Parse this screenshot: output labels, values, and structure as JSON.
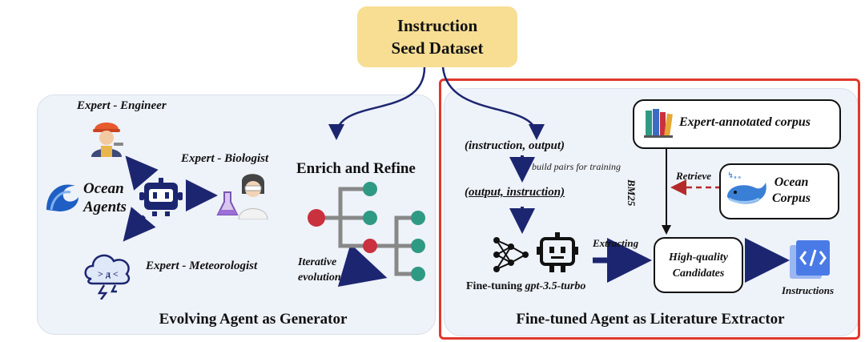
{
  "seed": {
    "line1": "Instruction",
    "line2": "Seed Dataset"
  },
  "left": {
    "caption": "Evolving Agent as Generator",
    "ocean_agents_line1": "Ocean",
    "ocean_agents_line2": "Agents",
    "expert_engineer": "Expert - Engineer",
    "expert_biologist": "Expert - Biologist",
    "expert_meteorologist": "Expert - Meteorologist",
    "enrich_refine": "Enrich and Refine",
    "iterative_line1": "Iterative",
    "iterative_line2": "evolution"
  },
  "right": {
    "caption": "Fine-tuned Agent as Literature Extractor",
    "pair1": "(instruction, output)",
    "build_pairs": "build pairs for training",
    "pair2": "(output, instruction)",
    "finetuning_prefix": "Fine-tuning ",
    "finetuning_model": "gpt-3.5-turbo",
    "extracting": "Extracting",
    "expert_corpus": "Expert-annotated corpus",
    "bm25": "BM25",
    "retrieve": "Retrieve",
    "ocean_corpus_line1": "Ocean",
    "ocean_corpus_line2": "Corpus",
    "hq_line1": "High-quality",
    "hq_line2": "Candidates",
    "instructions": "Instructions"
  },
  "colors": {
    "arrow_navy": "#1c2670",
    "highlight_red": "#e0382c",
    "panel_bg": "#eef2f9",
    "seed_yellow": "#f8de93",
    "tree_red": "#c9313e",
    "tree_teal": "#2f9a83"
  },
  "icons": [
    "ocean-wave-icon",
    "robot-icon",
    "engineer-icon",
    "biologist-icon",
    "storm-cloud-icon",
    "books-icon",
    "whale-icon",
    "neural-network-icon",
    "code-document-icon"
  ]
}
